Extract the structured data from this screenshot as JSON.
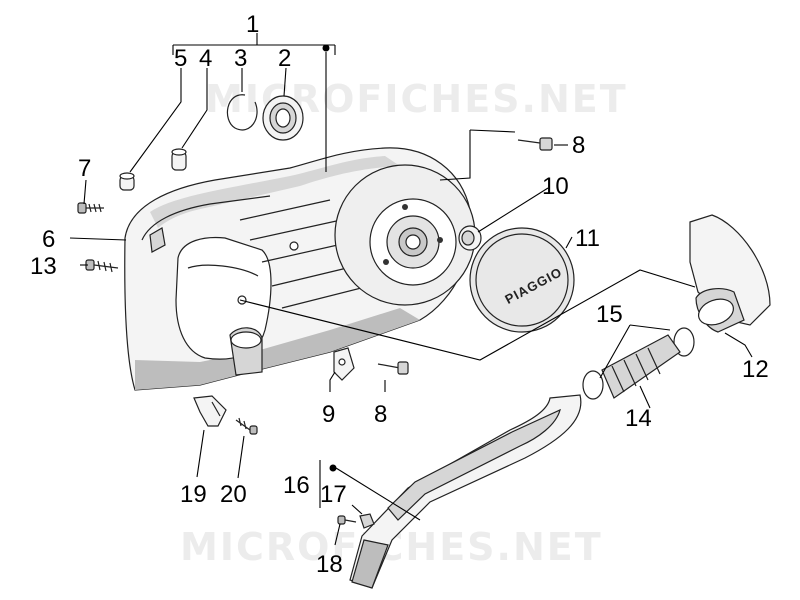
{
  "watermarks": [
    "MICROFICHES.NET",
    "MICROFICHES.NET"
  ],
  "cover_brand": "PIAGGIO",
  "callouts": [
    {
      "id": "1",
      "label": "1"
    },
    {
      "id": "2",
      "label": "2"
    },
    {
      "id": "3",
      "label": "3"
    },
    {
      "id": "4",
      "label": "4"
    },
    {
      "id": "5",
      "label": "5"
    },
    {
      "id": "6",
      "label": "6"
    },
    {
      "id": "7",
      "label": "7"
    },
    {
      "id": "8a",
      "label": "8"
    },
    {
      "id": "8b",
      "label": "8"
    },
    {
      "id": "9",
      "label": "9"
    },
    {
      "id": "10",
      "label": "10"
    },
    {
      "id": "11",
      "label": "11"
    },
    {
      "id": "12",
      "label": "12"
    },
    {
      "id": "13",
      "label": "13"
    },
    {
      "id": "14",
      "label": "14"
    },
    {
      "id": "15",
      "label": "15"
    },
    {
      "id": "16",
      "label": "16"
    },
    {
      "id": "17",
      "label": "17"
    },
    {
      "id": "18",
      "label": "18"
    },
    {
      "id": "19",
      "label": "19"
    },
    {
      "id": "20",
      "label": "20"
    }
  ]
}
